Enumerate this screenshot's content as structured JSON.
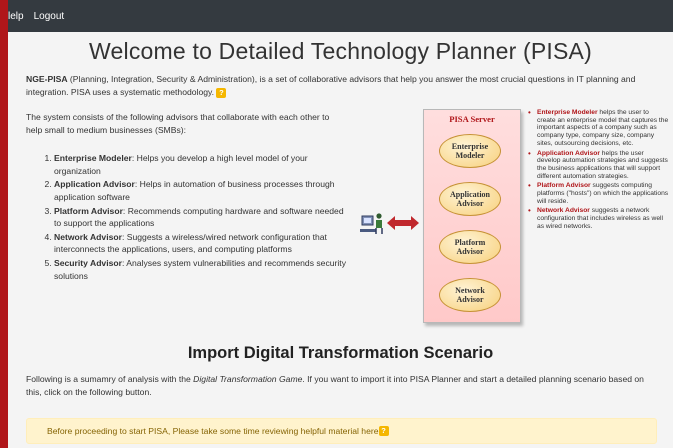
{
  "nav": {
    "help": "lelp",
    "logout": "Logout"
  },
  "title": "Welcome to Detailed Technology Planner (PISA)",
  "intro": {
    "brand": "NGE-PISA",
    "text": " (Planning, Integration, Security & Administration), is a set of collaborative advisors that help you answer the most crucial questions in IT planning and integration. PISA uses a systematic methodology. "
  },
  "help_badge": "?",
  "system": {
    "lead": "The system consists of the following advisors that collaborate with each other to help small to medium businesses (SMBs):",
    "items": [
      {
        "name": "Enterprise Modeler",
        "text": ": Helps you develop a high level model of your organization"
      },
      {
        "name": "Application Advisor",
        "text": ": Helps in automation of business processes through application software"
      },
      {
        "name": "Platform Advisor",
        "text": ": Recommends computing hardware and software needed to support the applications"
      },
      {
        "name": "Network Advisor",
        "text": ": Suggests a wireless/wired network configuration that interconnects the applications, users, and computing platforms"
      },
      {
        "name": "Security Advisor",
        "text": ": Analyses system vulnerabilities and recommends security solutions"
      }
    ]
  },
  "diagram": {
    "server_title": "PISA Server",
    "modules": [
      {
        "line1": "Enterprise",
        "line2": "Modeler"
      },
      {
        "line1": "Application",
        "line2": "Advisor"
      },
      {
        "line1": "Platform",
        "line2": "Advisor"
      },
      {
        "line1": "Network",
        "line2": "Advisor"
      }
    ],
    "descriptions": [
      {
        "name": "Enterprise Modeler",
        "text": " helps the user to create an enterprise model that captures the important aspects of a company such as company type, company size, company sites, outsourcing decisions, etc."
      },
      {
        "name": "Application Advisor",
        "text": " helps the user develop automation strategies and suggests the business applications that will support different automation strategies."
      },
      {
        "name": "Platform Advisor",
        "text": " suggests computing platforms (\"hosts\") on which the applications will reside."
      },
      {
        "name": "Network Advisor",
        "text": " suggests a network configuration that includes wireless as well as wired networks."
      }
    ]
  },
  "import": {
    "title": "Import Digital Transformation Scenario",
    "text_a": "Following is a sumamry of analysis with the ",
    "game": "Digital Transformation Game",
    "text_b": ". If you want to import it into PISA Planner and start a detailed planning scenario based on this, click on the following button."
  },
  "alert": {
    "text": "Before proceeding to start PISA, Please take some time reviewing helpful material here "
  },
  "colors": {
    "accent_red": "#b0161a",
    "navbar": "#343a40",
    "badge": "#f5b700",
    "alert_bg": "#fff3cd"
  }
}
